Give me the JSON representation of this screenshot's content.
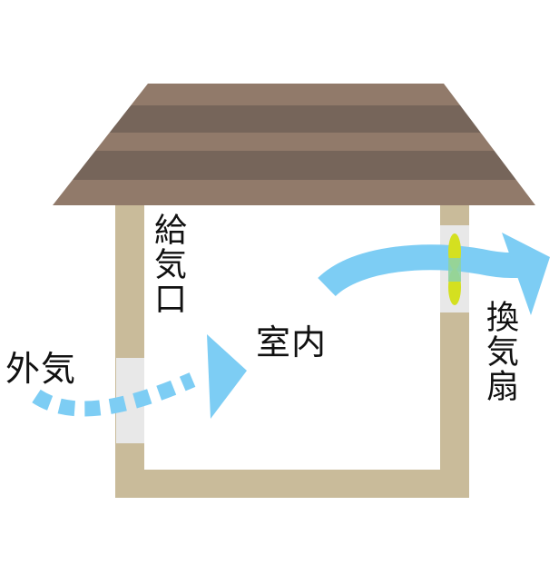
{
  "labels": {
    "supply_vent": "給気口",
    "indoor": "室内",
    "outdoor_air": "外気",
    "exhaust_fan": "換気扇"
  },
  "colors": {
    "roof_light": "#917a6a",
    "roof_dark": "#76655a",
    "wall": "#c9bb9a",
    "vent": "#e8e8e8",
    "airflow": "#7dcdf4",
    "fan": "#d4e020",
    "text": "#111111"
  },
  "icons": {
    "inflow_arrow": "dashed-arrow-right",
    "outflow_arrow": "curved-arrow-right"
  }
}
